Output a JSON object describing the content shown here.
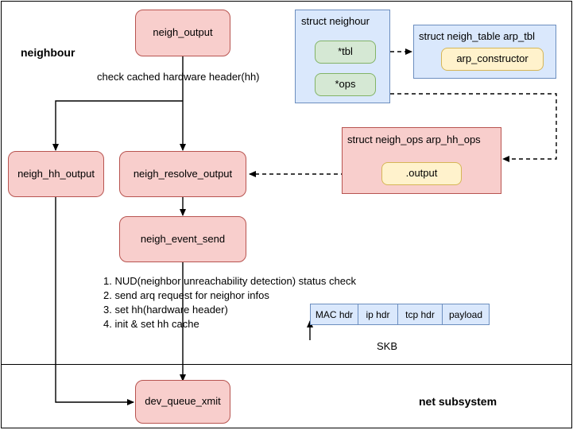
{
  "diagram": {
    "title_left": "neighbour",
    "title_right": "net subsystem",
    "edge_label": "check cached hardware header(hh)",
    "colors": {
      "pink_fill": "#f8cecc",
      "pink_stroke": "#b85450",
      "green_fill": "#d5e8d4",
      "green_stroke": "#82b366",
      "blue_fill": "#dae8fc",
      "blue_stroke": "#6c8ebf",
      "yellow_fill": "#fff2cc",
      "yellow_stroke": "#d6b656",
      "line": "#000000"
    },
    "nodes": {
      "neigh_output": "neigh_output",
      "neigh_hh_output": "neigh_hh_output",
      "neigh_resolve_output": "neigh_resolve_output",
      "neigh_event_send": "neigh_event_send",
      "dev_queue_xmit": "dev_queue_xmit"
    },
    "structs": {
      "neighour": {
        "title": "struct neighour",
        "fields": [
          "*tbl",
          "*ops"
        ]
      },
      "arp_tbl": {
        "title": "struct neigh_table arp_tbl",
        "fields": [
          "arp_constructor"
        ]
      },
      "arp_hh_ops": {
        "title": "struct neigh_ops arp_hh_ops",
        "fields": [
          ".output"
        ]
      }
    },
    "steps": [
      "1. NUD(neighbor unreachability detection) status check",
      "2. send arq request for neighor infos",
      "3. set hh(hardware header)",
      "4. init & set hh cache"
    ],
    "skb": {
      "caption": "SKB",
      "cells": [
        {
          "label": "MAC hdr",
          "width": 60
        },
        {
          "label": "ip hdr",
          "width": 50
        },
        {
          "label": "tcp hdr",
          "width": 56
        },
        {
          "label": "payload",
          "width": 60
        }
      ]
    }
  }
}
